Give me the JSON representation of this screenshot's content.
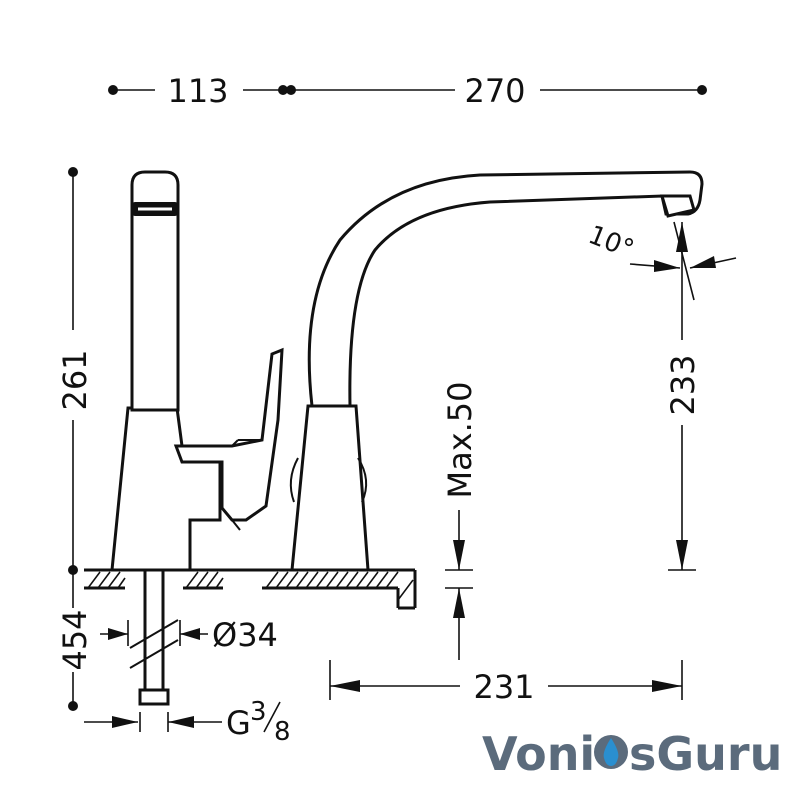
{
  "dimensions": {
    "top_left": "113",
    "top_right": "270",
    "height_total": "261",
    "height_spout": "233",
    "max_deck": "Max.50",
    "bottom_reach": "231",
    "below_deck": "454",
    "hole_diameter": "Ø34",
    "connection_prefix": "G",
    "connection_fraction_num": "3",
    "connection_fraction_den": "8",
    "spout_angle": "10°"
  },
  "logo": {
    "part1": "Voni",
    "part2": "sGuru",
    "primary_color": "#5b6b7c",
    "accent_color": "#2a8fd0",
    "icon": "water-drop-icon"
  }
}
